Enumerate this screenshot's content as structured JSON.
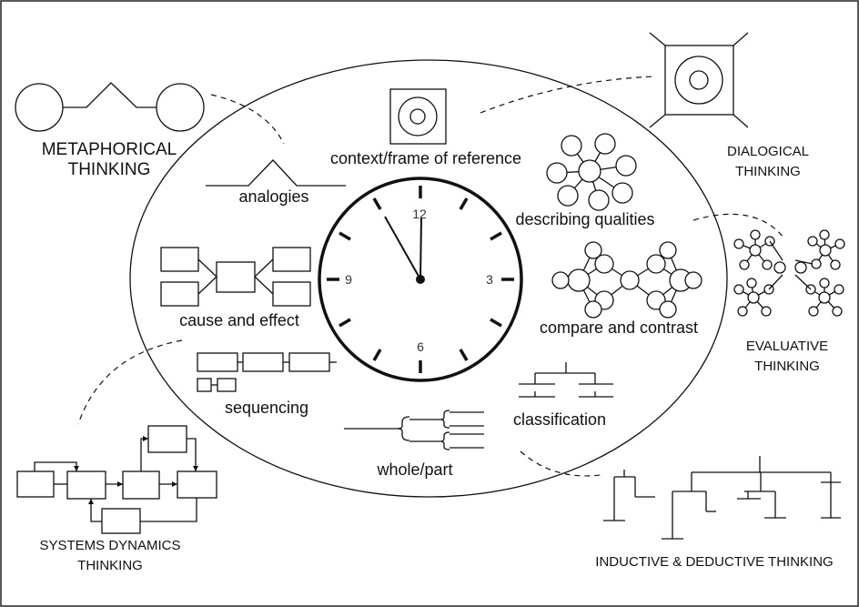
{
  "outer_labels": {
    "metaphorical_line1": "METAPHORICAL",
    "metaphorical_line2": "THINKING",
    "dialogical_line1": "DIALOGICAL",
    "dialogical_line2": "THINKING",
    "evaluative_line1": "EVALUATIVE",
    "evaluative_line2": "THINKING",
    "systems_line1": "SYSTEMS DYNAMICS",
    "systems_line2": "THINKING",
    "inductive": "INDUCTIVE & DEDUCTIVE THINKING"
  },
  "inner_labels": {
    "context": "context/frame of reference",
    "analogies": "analogies",
    "describing": "describing qualities",
    "cause_effect": "cause and effect",
    "compare": "compare and contrast",
    "sequencing": "sequencing",
    "classification": "classification",
    "whole_part": "whole/part"
  },
  "clock": {
    "twelve": "12",
    "three": "3",
    "six": "6",
    "nine": "9"
  }
}
